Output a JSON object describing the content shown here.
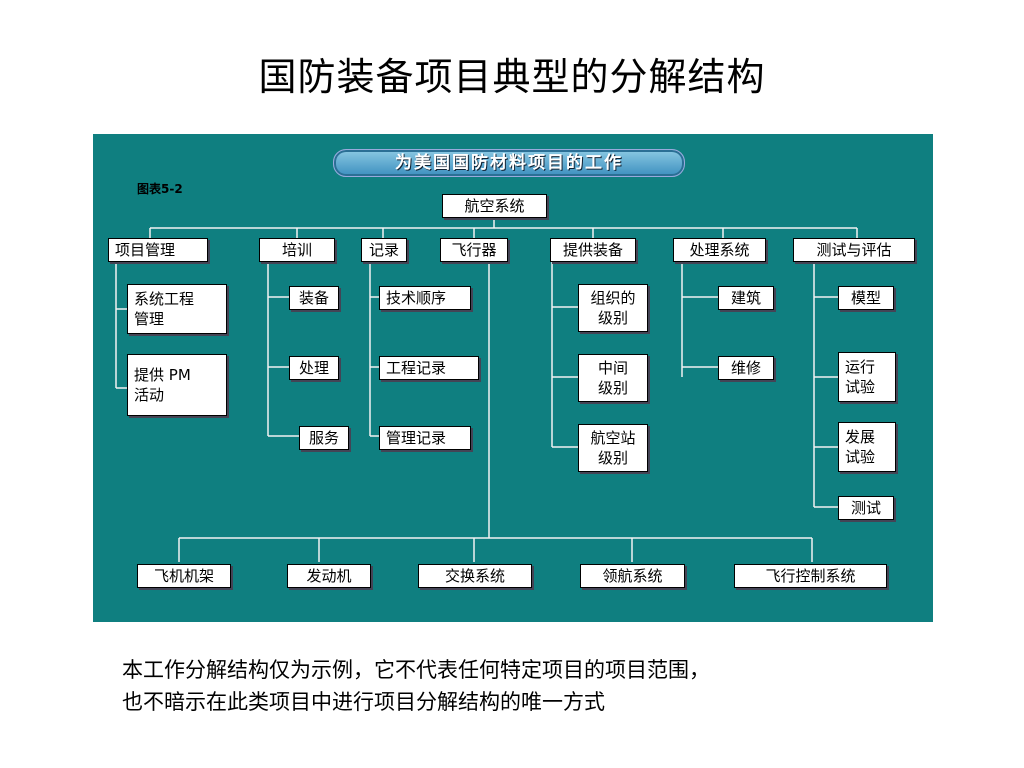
{
  "title": "国防装备项目典型的分解结构",
  "diagram": {
    "banner": "为美国国防材料项目的工作",
    "figure_label": "图表5-2",
    "root": "航空系统",
    "branches": [
      {
        "label": "项目管理",
        "children": [
          "系统工程\n管理",
          "提供 PM\n活动"
        ]
      },
      {
        "label": "培训",
        "children": [
          "装备",
          "处理",
          "服务"
        ]
      },
      {
        "label": "记录",
        "children": [
          "技术顺序",
          "工程记录",
          "管理记录"
        ]
      },
      {
        "label": "飞行器",
        "children": [
          "飞机机架",
          "发动机",
          "交换系统",
          "领航系统",
          "飞行控制系统"
        ]
      },
      {
        "label": "提供装备",
        "children": [
          "组织的\n级别",
          "中间\n级别",
          "航空站\n级别"
        ]
      },
      {
        "label": "处理系统",
        "children": [
          "建筑",
          "维修"
        ]
      },
      {
        "label": "测试与评估",
        "children": [
          "模型",
          "运行\n试验",
          "发展\n试验",
          "测试"
        ]
      }
    ]
  },
  "note": {
    "line1": "本工作分解结构仅为示例，它不代表任何特定项目的项目范围，",
    "line2": "也不暗示在此类项目中进行项目分解结构的唯一方式"
  }
}
